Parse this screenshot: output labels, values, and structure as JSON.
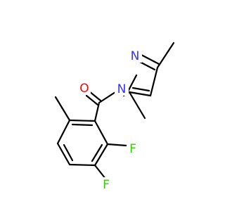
{
  "molecule": {
    "colors": {
      "bond": "#000000",
      "oxygen": "#ff0000",
      "nitrogen": "#3333ff",
      "fluorine": "#33cc00"
    },
    "atoms": {
      "oxygen_1": "O",
      "nitrogen_1": "N",
      "nitrogen_2": "N",
      "fluorine_1": "F",
      "fluorine_2": "F"
    }
  }
}
